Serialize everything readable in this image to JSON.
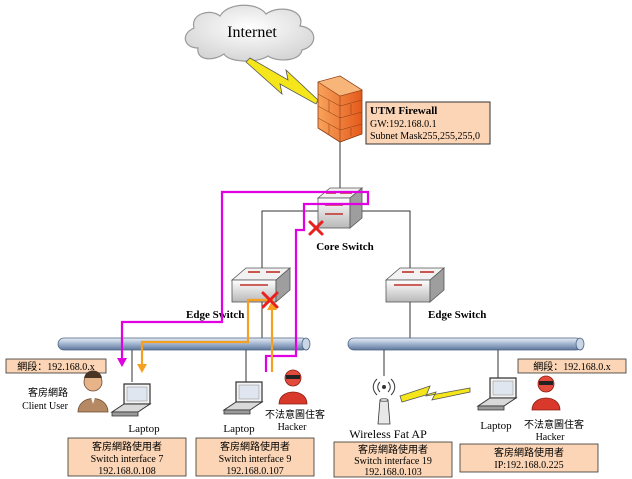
{
  "internet": {
    "label": "Internet"
  },
  "firewall": {
    "title": "UTM Firewall",
    "gw": "GW:192.168.0.1",
    "mask": "Subnet Mask255,255,255,0"
  },
  "core_switch": {
    "label": "Core Switch"
  },
  "edge_left": {
    "label": "Edge Switch"
  },
  "edge_right": {
    "label": "Edge Switch"
  },
  "segment_left": {
    "label": "網段：192.168.0.x"
  },
  "segment_right": {
    "label": "網段：192.168.0.x"
  },
  "client_user": {
    "line1": "客房網路",
    "line2": "Client User"
  },
  "laptop1": {
    "label": "Laptop"
  },
  "laptop2": {
    "label": "Laptop"
  },
  "hacker_mid": {
    "line1": "不法意圖住客",
    "line2": "Hacker"
  },
  "wireless_ap": {
    "label": "Wireless Fat AP"
  },
  "laptop3": {
    "label": "Laptop"
  },
  "hacker_right": {
    "line1": "不法意圖住客",
    "line2": "Hacker"
  },
  "info_boxes": [
    {
      "line1": "客房網路使用者",
      "line2": "Switch interface 7",
      "line3": "192.168.0.108"
    },
    {
      "line1": "客房網路使用者",
      "line2": "Switch interface 9",
      "line3": "192.168.0.107"
    },
    {
      "line1": "客房網路使用者",
      "line2": "Switch interface 19",
      "line3": "192.168.0.103"
    },
    {
      "line1": "客房網路使用者",
      "line2": "IP:192.168.0.225",
      "line3": ""
    }
  ],
  "colors": {
    "info_fill": "#fbd5b5",
    "attack_path": "#e100e1",
    "return_path": "#f5a020",
    "block_mark": "#e8201e",
    "lightning": "#f4e61a",
    "bus": "#7b96b8"
  }
}
